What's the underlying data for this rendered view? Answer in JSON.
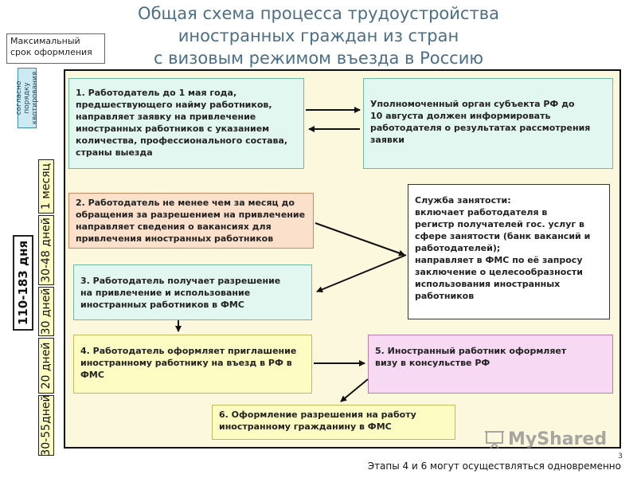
{
  "title": {
    "line1": "Общая схема процесса трудоустройства",
    "line2": "иностранных граждан из стран",
    "line3": "с визовым режимом въезда в Россию"
  },
  "legend": {
    "label": "Максимальный срок оформления",
    "quota_note": "согласно\nпорядку\nквотирования"
  },
  "timeline": {
    "total": "110-183 дня",
    "steps": [
      "1 месяц",
      "30-48 дней",
      "30 дней",
      "20 дней",
      "30-55дней"
    ]
  },
  "boxes": {
    "step1": "1. Работодатель до 1 мая года,\nпредшествующего найму работников,\nнаправляет заявку на привлечение\nиностранных работников с указанием\nколичества, профессионального состава,\nстраны выезда",
    "authority": "Уполномоченный орган субъекта РФ до\n10 августа должен информировать\nработодателя о результатах рассмотрения\nзаявки",
    "step2": "2. Работодатель не менее чем за месяц до\nобращения за разрешением на привлечение\nнаправляет сведения о вакансиях для\nпривлечения иностранных работников",
    "employment": "Служба занятости:\n   включает работодателя в\nрегистр получателей гос. услуг в\nсфере занятости (банк вакансий и\nработодателей);\n   направляет в ФМС по её запросу\nзаключение о целесообразности\nиспользования иностранных\nработников",
    "step3": "3. Работодатель получает разрешение\nна привлечение и использование\n иностранных работников в ФМС",
    "step4": "4. Работодатель оформляет приглашение\nиностранному работнику на въезд в РФ в\nФМС",
    "step5": "5. Иностранный работник оформляет\n           визу в консульстве РФ",
    "step6": "6. Оформление разрешения на работу\n        иностранному гражданину в ФМС"
  },
  "footer": {
    "note": "Этапы 4 и 6 могут осуществляться одновременно",
    "page_number": "3",
    "watermark": "MyShared"
  }
}
